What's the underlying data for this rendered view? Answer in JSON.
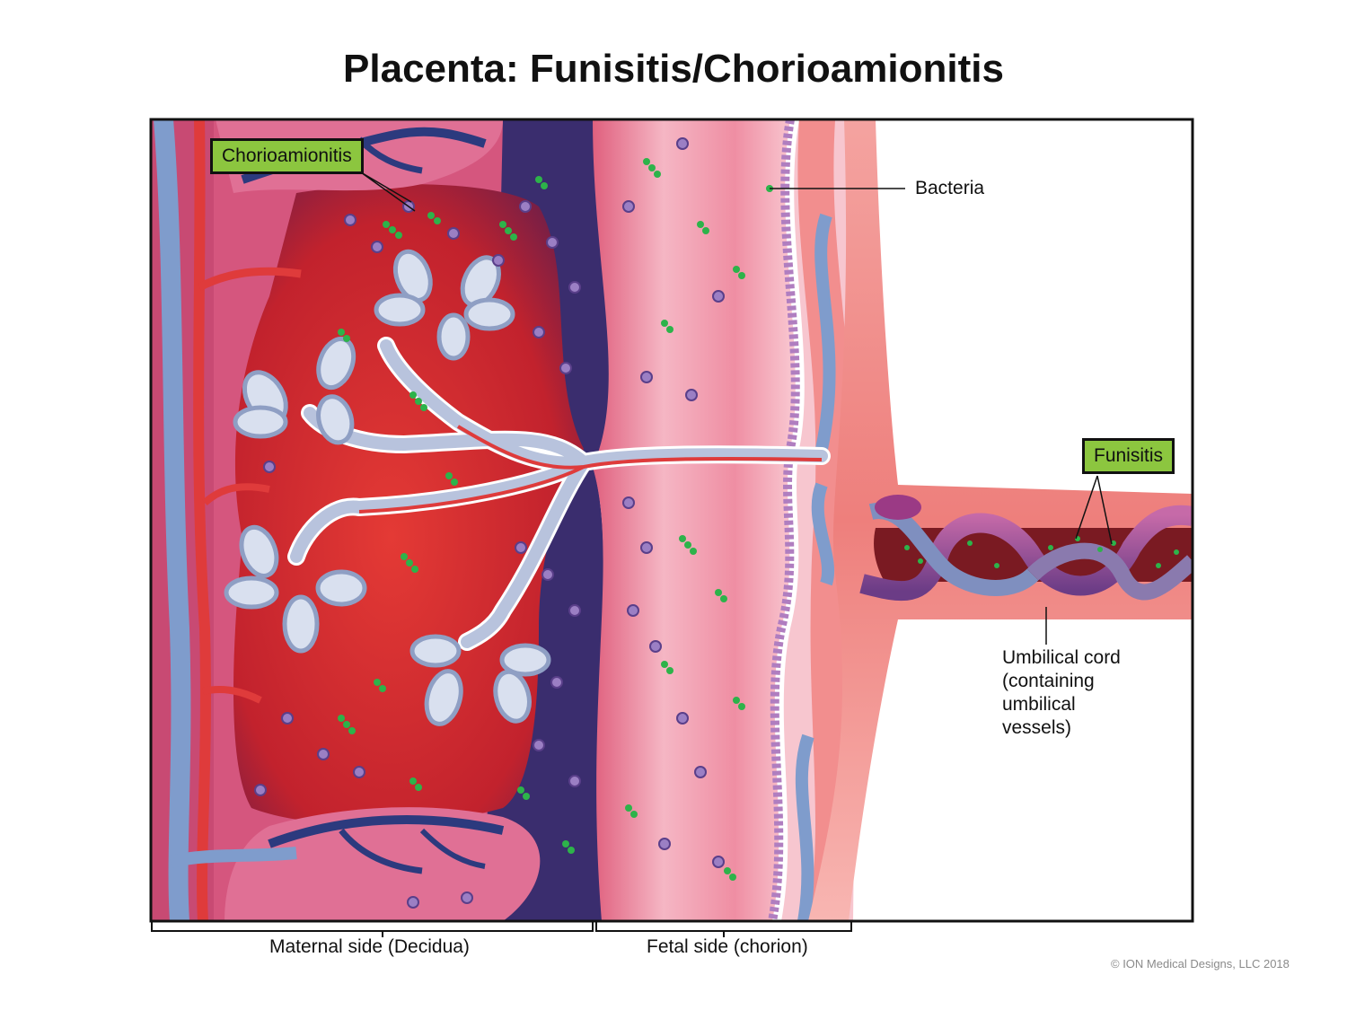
{
  "title": "Placenta: Funisitis/Chorioamionitis",
  "labels": {
    "chorioamionitis": "Chorioamionitis",
    "bacteria": "Bacteria",
    "funisitis": "Funisitis",
    "umbilical_cord": [
      "Umbilical cord",
      "(containing",
      "umbilical",
      "vessels)"
    ],
    "maternal_side": "Maternal side (Decidua)",
    "fetal_side": "Fetal side (chorion)"
  },
  "copyright": "© ION Medical Designs, LLC 2018",
  "colors": {
    "callout_green": "#8cc63f",
    "bacteria_green": "#2db34a",
    "leukocyte_purple": "#9b7fc4",
    "maternal_blood": "#d92a2e",
    "vein_blue": "#7f9ccc",
    "intervillous_navy": "#3a2d6e",
    "chorion_pink": "#f08aa0"
  },
  "icons": [
    "bacteria-icon",
    "white-blood-cell-icon",
    "chorionic-villus-icon",
    "umbilical-cord-icon"
  ]
}
